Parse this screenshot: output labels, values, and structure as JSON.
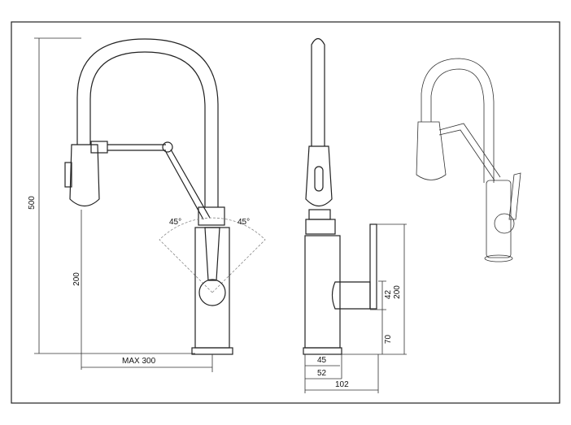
{
  "dimensions": {
    "front": {
      "total_height": "500",
      "spout_height": "200",
      "max_reach": "MAX 300",
      "angle_left": "45°",
      "angle_right": "45°"
    },
    "side": {
      "handle_height": "42",
      "body_height": "200",
      "handle_offset": "70",
      "base_inner": "45",
      "base_outer": "52",
      "depth": "102"
    }
  }
}
